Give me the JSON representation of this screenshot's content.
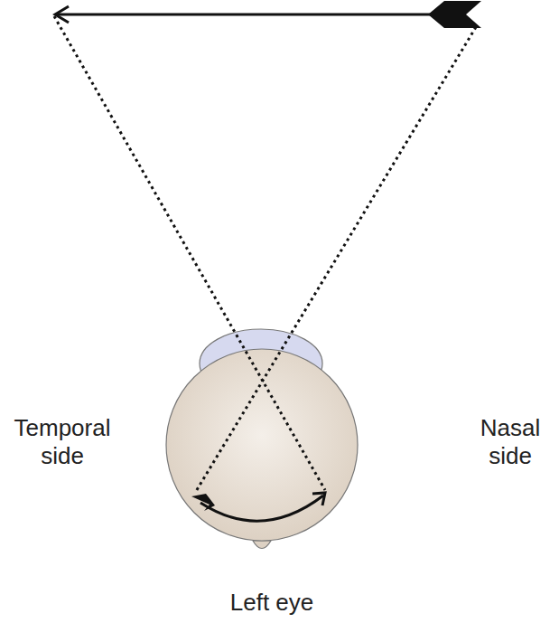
{
  "diagram": {
    "labels": [
      "Temporal side",
      "Nasal side",
      "Left eye"
    ]
  }
}
